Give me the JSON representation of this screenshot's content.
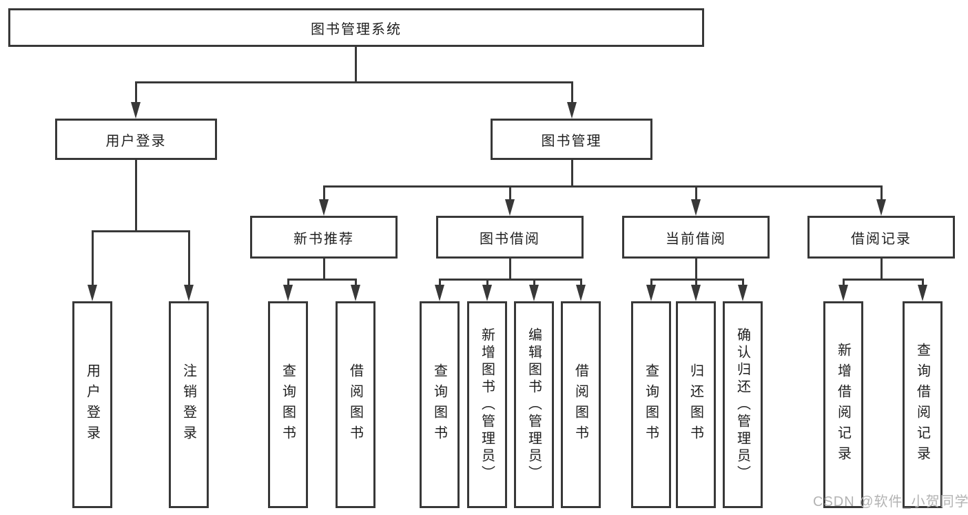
{
  "diagram": {
    "title_note": "functional structure chart",
    "root": {
      "label": "图书管理系统"
    },
    "level2": [
      {
        "id": "user-login",
        "label": "用户登录"
      },
      {
        "id": "book-management",
        "label": "图书管理"
      }
    ],
    "level3": [
      {
        "id": "new-book-recommend",
        "label": "新书推荐",
        "parent": "book-management"
      },
      {
        "id": "book-borrowing",
        "label": "图书借阅",
        "parent": "book-management"
      },
      {
        "id": "current-borrowing",
        "label": "当前借阅",
        "parent": "book-management"
      },
      {
        "id": "borrowing-records",
        "label": "借阅记录",
        "parent": "book-management"
      }
    ],
    "leaves": [
      {
        "parent": "user-login",
        "label": "用户登录"
      },
      {
        "parent": "user-login",
        "label": "注销登录"
      },
      {
        "parent": "new-book-recommend",
        "label": "查询图书"
      },
      {
        "parent": "new-book-recommend",
        "label": "借阅图书"
      },
      {
        "parent": "book-borrowing",
        "label": "查询图书"
      },
      {
        "parent": "book-borrowing",
        "label": "新增图书（管理员）"
      },
      {
        "parent": "book-borrowing",
        "label": "编辑图书（管理员）"
      },
      {
        "parent": "book-borrowing",
        "label": "借阅图书"
      },
      {
        "parent": "current-borrowing",
        "label": "查询图书"
      },
      {
        "parent": "current-borrowing",
        "label": "归还图书"
      },
      {
        "parent": "current-borrowing",
        "label": "确认归还（管理员）"
      },
      {
        "parent": "borrowing-records",
        "label": "新增借阅记录"
      },
      {
        "parent": "borrowing-records",
        "label": "查询借阅记录"
      }
    ]
  },
  "watermark": {
    "text": "CSDN @软件_小贺同学"
  },
  "colors": {
    "line": "#383838",
    "text": "#1f1f1f",
    "background": "#ffffff",
    "watermark": "#b3b3b3"
  }
}
